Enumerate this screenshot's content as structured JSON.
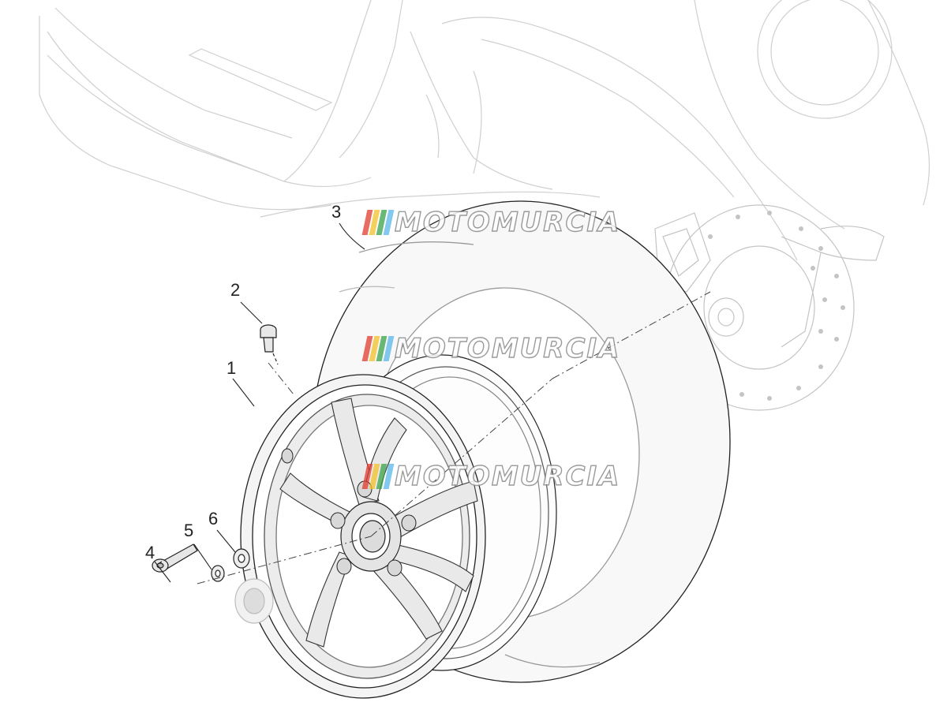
{
  "callouts": [
    "1",
    "2",
    "3",
    "4",
    "5",
    "6"
  ],
  "watermark": {
    "text": "MOTOMURCIA",
    "bar_colors": [
      "#e23b2e",
      "#f2c027",
      "#3aa24a",
      "#5ab6e8"
    ]
  },
  "colors": {
    "line": "#222222",
    "ghost": "#c8c8c8",
    "tire": "#f7f7f7"
  }
}
